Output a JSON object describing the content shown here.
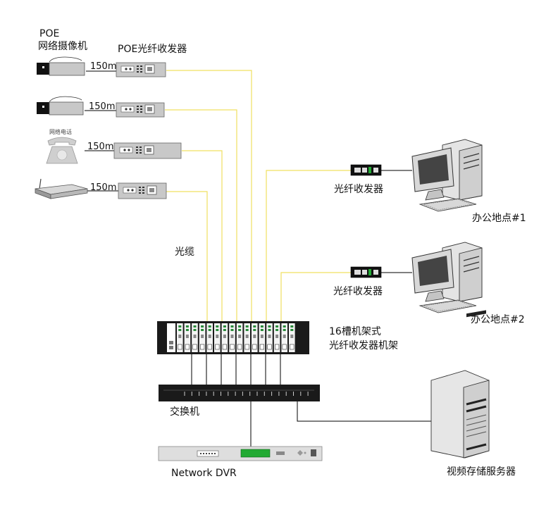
{
  "labels": {
    "poe": "POE",
    "camera": "网络摄像机",
    "poe_transceiver": "POE光纤收发器",
    "distance_1": "150m",
    "distance_2": "150m",
    "distance_3": "150m",
    "distance_4": "150m",
    "phone": "网络电话",
    "fiber_cable": "光缆",
    "remote_transceiver_1": "光纤收发器",
    "remote_transceiver_2": "光纤收发器",
    "office_1": "办公地点#1",
    "office_2": "办公地点#2",
    "chassis_line1": "16槽机架式",
    "chassis_line2": "光纤收发器机架",
    "switch": "交换机",
    "dvr": "Network DVR",
    "video_server": "视频存储服务器"
  },
  "colors": {
    "fiber": "#f0e060",
    "cable": "#000000",
    "device_grey": "#c8c8c8",
    "rack_dark": "#1a1a1a",
    "lcd_green": "#22aa33"
  },
  "icons": {
    "camera": "ip-camera-icon",
    "phone": "ip-phone-icon",
    "router": "router-icon",
    "transceiver": "fiber-transceiver-icon",
    "pc": "desktop-pc-icon",
    "server": "server-tower-icon"
  }
}
